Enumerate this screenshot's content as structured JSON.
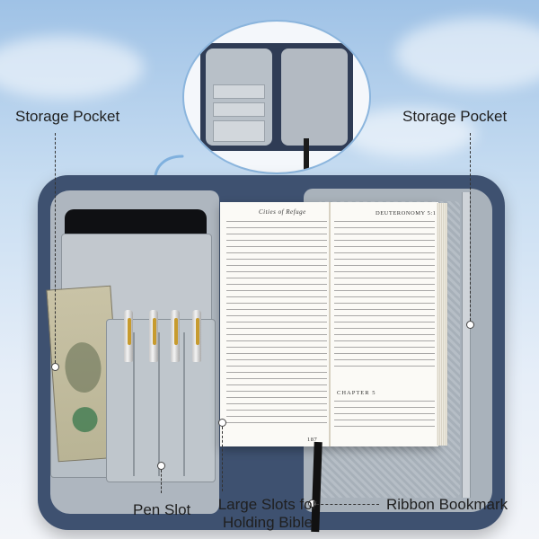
{
  "labels": {
    "storage_pocket_left": "Storage Pocket",
    "storage_pocket_right": "Storage Pocket",
    "pen_slot": "Pen Slot",
    "large_slots_line1": "Large Slots for",
    "large_slots_line2": "Holding Bible",
    "ribbon_bookmark": "Ribbon Bookmark"
  },
  "book": {
    "left_header": "Cities of Refuge",
    "right_header": "DEUTERONOMY 5:1",
    "chapter_heading": "CHAPTER 5",
    "page_number": "187"
  },
  "colors": {
    "bag": "#3e5170",
    "lining": "#aeb6bf",
    "ribbon": "#111111"
  }
}
